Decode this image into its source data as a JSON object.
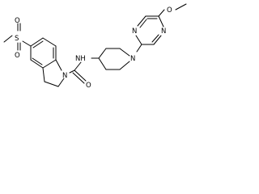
{
  "molecule": {
    "atoms": {
      "methyl_top": "",
      "o_methoxy": "O",
      "n_pyr_1": "N",
      "n_pyr_3": "N",
      "n_pip": "N",
      "nh": "NH",
      "o_carbonyl": "O",
      "n_indoline": "N",
      "s_sulfonyl": "S",
      "o_s_top": "O",
      "o_s_bottom": "O"
    }
  }
}
